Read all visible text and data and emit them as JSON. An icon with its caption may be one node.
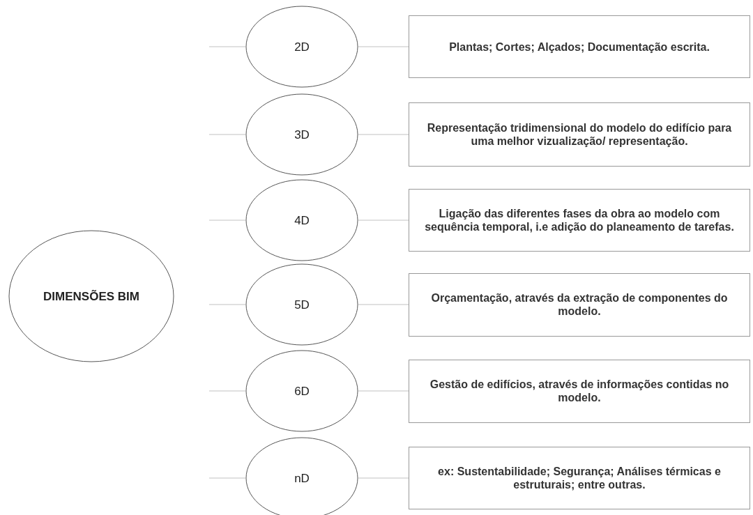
{
  "diagram": {
    "nodes": [
      {
        "text": [
          "DIMENSÕES BIM"
        ]
      },
      {
        "text": [
          "2D"
        ]
      },
      {
        "text": [
          "3D"
        ]
      },
      {
        "text": [
          "4D"
        ]
      },
      {
        "text": [
          "5D"
        ]
      },
      {
        "text": [
          "6D"
        ]
      },
      {
        "text": [
          "nD"
        ]
      },
      {
        "text": [
          "Plantas; Cortes; Alçados; Documentação escrita."
        ]
      },
      {
        "text": [
          "Representação tridimensional do modelo do edifício para uma melhor vizualização/ representação."
        ]
      },
      {
        "text": [
          "Ligação das diferentes fases da obra ao modelo com sequência temporal, i.e adição do planeamento de tarefas."
        ]
      },
      {
        "text": [
          "Orçamentação, através da extração de componentes do modelo."
        ]
      },
      {
        "text": [
          "Gestão de edifícios, através de informações contidas no modelo."
        ]
      },
      {
        "text": [
          "ex:  Sustentabilidade; Segurança; Análises térmicas e estruturais; entre outras."
        ]
      }
    ],
    "edges": [
      {
        "from": null,
        "to": 1,
        "arrow": "none"
      },
      {
        "from": null,
        "to": 2,
        "arrow": "none"
      },
      {
        "from": null,
        "to": 3,
        "arrow": "none"
      },
      {
        "from": null,
        "to": 4,
        "arrow": "none"
      },
      {
        "from": null,
        "to": 5,
        "arrow": "none"
      },
      {
        "from": null,
        "to": 6,
        "arrow": "none"
      },
      {
        "from": 1,
        "to": 7,
        "arrow": "none"
      },
      {
        "from": 2,
        "to": 8,
        "arrow": "none"
      },
      {
        "from": 3,
        "to": 9,
        "arrow": "none"
      },
      {
        "from": 4,
        "to": 10,
        "arrow": "none"
      },
      {
        "from": 5,
        "to": 11,
        "arrow": "none"
      },
      {
        "from": 6,
        "to": 12,
        "arrow": "none"
      }
    ]
  }
}
